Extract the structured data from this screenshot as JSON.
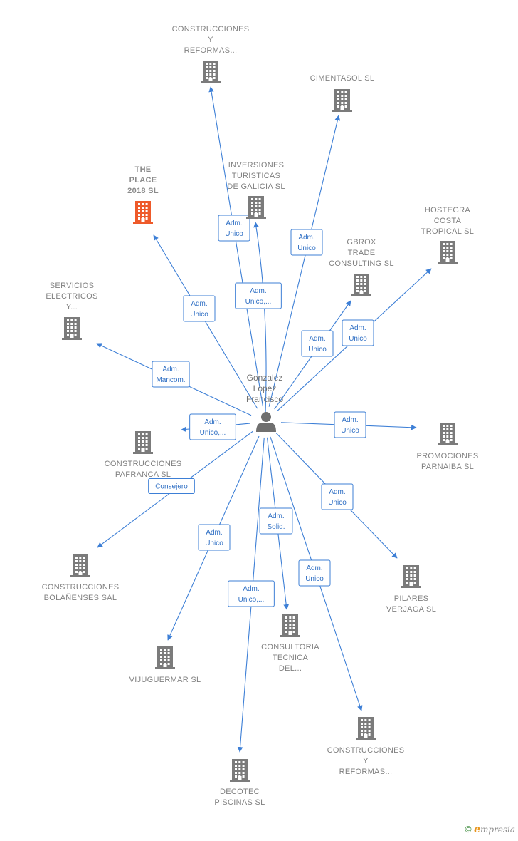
{
  "center": {
    "lines": [
      "Gonzalez",
      "Lopez",
      "Francisco"
    ],
    "icon": "person-icon"
  },
  "colors": {
    "edge": "#3d7fd6",
    "building": "#7b7b7b",
    "highlight": "#ee5a2a"
  },
  "nodes": [
    {
      "id": "construcciones-y-reformas-top",
      "lines": [
        "CONSTRUCCIONES",
        "Y",
        "REFORMAS..."
      ],
      "icon": "building-icon"
    },
    {
      "id": "cimentasol",
      "lines": [
        "CIMENTASOL SL"
      ],
      "icon": "building-icon"
    },
    {
      "id": "inversiones-turisticas",
      "lines": [
        "INVERSIONES",
        "TURISTICAS",
        "DE GALICIA  SL"
      ],
      "icon": "building-icon"
    },
    {
      "id": "the-place-2018",
      "lines": [
        "THE",
        "PLACE",
        "2018  SL"
      ],
      "icon": "building-icon",
      "highlight": true
    },
    {
      "id": "hostegra",
      "lines": [
        "HOSTEGRA",
        "COSTA",
        "TROPICAL SL"
      ],
      "icon": "building-icon"
    },
    {
      "id": "gbrox",
      "lines": [
        "GBROX",
        "TRADE",
        "CONSULTING SL"
      ],
      "icon": "building-icon"
    },
    {
      "id": "servicios-electricos",
      "lines": [
        "SERVICIOS",
        "ELECTRICOS",
        "Y..."
      ],
      "icon": "building-icon"
    },
    {
      "id": "construcciones-pafranca",
      "lines": [
        "CONSTRUCCIONES",
        "PAFRANCA  SL"
      ],
      "icon": "building-icon"
    },
    {
      "id": "promociones-parnaiba",
      "lines": [
        "PROMOCIONES",
        "PARNAIBA SL"
      ],
      "icon": "building-icon"
    },
    {
      "id": "construcciones-bolanenses",
      "lines": [
        "CONSTRUCCIONES",
        "BOLAÑENSES SAL"
      ],
      "icon": "building-icon"
    },
    {
      "id": "pilares-verjaga",
      "lines": [
        "PILARES",
        "VERJAGA  SL"
      ],
      "icon": "building-icon"
    },
    {
      "id": "vijuguermar",
      "lines": [
        "VIJUGUERMAR SL"
      ],
      "icon": "building-icon"
    },
    {
      "id": "consultoria-tecnica",
      "lines": [
        "CONSULTORIA",
        "TECNICA",
        "DEL..."
      ],
      "icon": "building-icon"
    },
    {
      "id": "construcciones-y-reformas-bottom",
      "lines": [
        "CONSTRUCCIONES",
        "Y",
        "REFORMAS..."
      ],
      "icon": "building-icon"
    },
    {
      "id": "decotec-piscinas",
      "lines": [
        "DECOTEC",
        "PISCINAS SL"
      ],
      "icon": "building-icon"
    }
  ],
  "edges": [
    {
      "to": "construcciones-y-reformas-top",
      "label": [
        "Adm.",
        "Unico"
      ]
    },
    {
      "to": "cimentasol",
      "label": [
        "Adm.",
        "Unico"
      ]
    },
    {
      "to": "inversiones-turisticas",
      "label": [
        "Adm.",
        "Unico,..."
      ]
    },
    {
      "to": "the-place-2018",
      "label": [
        "Adm.",
        "Unico"
      ]
    },
    {
      "to": "hostegra",
      "label": [
        "Adm.",
        "Unico"
      ]
    },
    {
      "to": "gbrox",
      "label": [
        "Adm.",
        "Unico"
      ]
    },
    {
      "to": "servicios-electricos",
      "label": [
        "Adm.",
        "Mancom."
      ]
    },
    {
      "to": "construcciones-pafranca",
      "label": [
        "Adm.",
        "Unico,..."
      ]
    },
    {
      "to": "promociones-parnaiba",
      "label": [
        "Adm.",
        "Unico"
      ]
    },
    {
      "to": "construcciones-bolanenses",
      "label": [
        "Consejero"
      ]
    },
    {
      "to": "pilares-verjaga",
      "label": [
        "Adm.",
        "Unico"
      ]
    },
    {
      "to": "vijuguermar",
      "label": [
        "Adm.",
        "Unico"
      ]
    },
    {
      "to": "consultoria-tecnica",
      "label": [
        "Adm.",
        "Solid."
      ]
    },
    {
      "to": "construcciones-y-reformas-bottom",
      "label": [
        "Adm.",
        "Unico"
      ]
    },
    {
      "to": "decotec-piscinas",
      "label": [
        "Adm.",
        "Unico,..."
      ]
    }
  ],
  "footer": {
    "copyright_symbol": "©",
    "brand_initial": "e",
    "brand_rest": "mpresia"
  }
}
